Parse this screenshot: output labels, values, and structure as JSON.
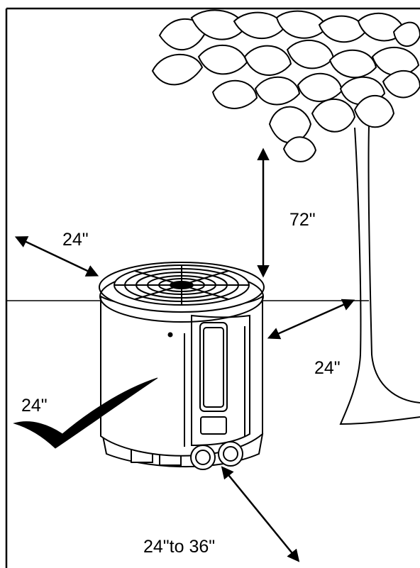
{
  "labels": {
    "left_clearance": "24\"",
    "top_clearance": "72\"",
    "right_clearance": "24\"",
    "wall_clearance": "24\"",
    "front_clearance": "24\"to 36\""
  },
  "colors": {
    "line": "#000000",
    "background": "#ffffff"
  },
  "icons": {
    "checkmark": "check-icon"
  }
}
